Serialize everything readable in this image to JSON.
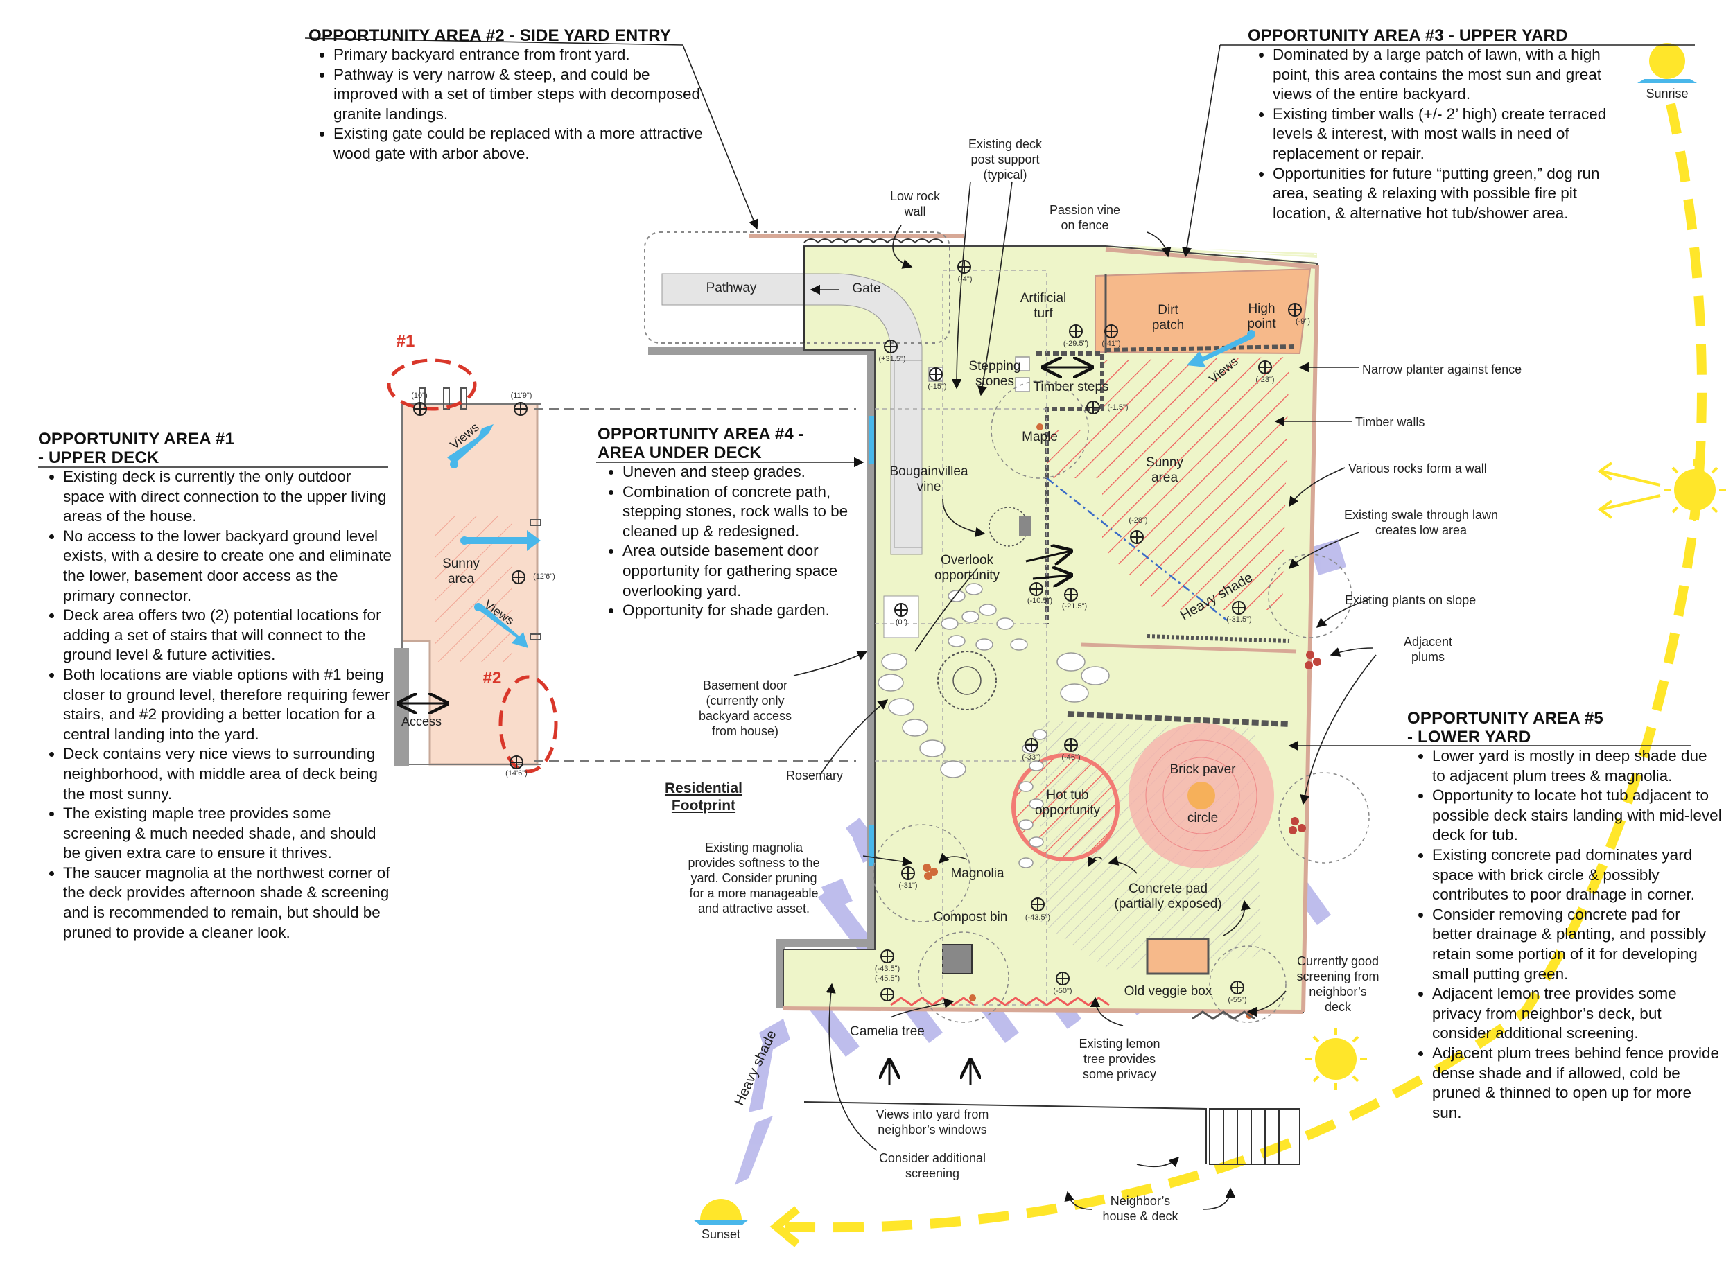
{
  "areas": {
    "area1": {
      "title": "OPPORTUNITY AREA #1\n - UPPER DECK",
      "bullets": [
        "Existing deck is currently the only outdoor space with direct connection to the upper living areas of the house.",
        "No access to the lower backyard ground level exists, with a desire to create one and eliminate the lower, basement door access as the primary connector.",
        "Deck area offers two (2) potential locations for adding a set of stairs that will connect to the ground level & future activities.",
        "Both locations are viable options with #1 being closer to ground level, therefore requiring fewer stairs, and #2 providing a better location for a central landing into the yard.",
        "Deck contains very nice views to surrounding neighborhood, with middle area of deck being the most sunny.",
        "The existing maple tree provides some screening & much needed shade, and should be given extra care to ensure it thrives.",
        "The saucer magnolia at the northwest corner of the deck provides afternoon shade & screening and is recommended to remain, but should be pruned to provide a cleaner look."
      ]
    },
    "area2": {
      "title": "OPPORTUNITY AREA #2 - SIDE YARD ENTRY",
      "bullets": [
        "Primary backyard entrance from front yard.",
        "Pathway is very narrow & steep, and could be improved with a set of timber steps with decomposed granite landings.",
        "Existing gate could be replaced with a more attractive wood gate with arbor above."
      ]
    },
    "area3": {
      "title": "OPPORTUNITY AREA #3 - UPPER YARD",
      "bullets": [
        "Dominated by a large patch of lawn, with a high point, this area contains the most sun and great views of the entire backyard.",
        "Existing timber walls (+/- 2’ high) create terraced levels & interest, with most walls in need of replacement or repair.",
        "Opportunities for future “putting green,” dog run area, seating & relaxing with possible fire pit location, & alternative hot tub/shower area."
      ]
    },
    "area4": {
      "title": "OPPORTUNITY AREA #4 -\nAREA UNDER DECK",
      "bullets": [
        "Uneven and steep grades.",
        "Combination of concrete path, stepping stones, rock walls to be cleaned up & redesigned.",
        "Area outside basement door opportunity for gathering space overlooking yard.",
        "Opportunity for shade garden."
      ]
    },
    "area5": {
      "title": "OPPORTUNITY AREA #5\n - LOWER YARD",
      "bullets": [
        "Lower yard is mostly in deep shade due to adjacent plum trees & magnolia.",
        "Opportunity to locate hot tub adjacent to possible deck stairs landing with mid-level deck for tub.",
        "Existing concrete pad dominates yard space with brick circle & possibly contributes to poor drainage in corner.",
        "Consider removing concrete pad for better drainage & planting, and possibly retain some portion of it for developing small putting green.",
        "Adjacent lemon tree provides some privacy from neighbor’s deck, but consider additional screening.",
        "Adjacent plum trees behind fence provide dense shade and if allowed, cold be pruned & thinned to open up for more sun."
      ]
    }
  },
  "labels": {
    "sunrise": "Sunrise",
    "sunset": "Sunset",
    "pathway": "Pathway",
    "gate": "Gate",
    "low_rock_wall": "Low rock\nwall",
    "deck_post": "Existing deck\npost support\n(typical)",
    "passion_vine": "Passion vine\non fence",
    "artificial_turf": "Artificial\nturf",
    "dirt_patch": "Dirt\npatch",
    "high_point": "High\npoint",
    "stepping_stones": "Stepping\nstones",
    "timber_steps": "Timber steps",
    "maple": "Maple",
    "sunny_area_yard": "Sunny\narea",
    "narrow_planter": "Narrow planter against fence",
    "timber_walls": "Timber walls",
    "rocks_wall": "Various rocks form a wall",
    "swale": "Existing swale through lawn\ncreates low area",
    "plants_slope": "Existing plants on slope",
    "adjacent_plums": "Adjacent\nplums",
    "bougainvillea": "Bougainvillea\nvine",
    "overlook": "Overlook\nopportunity",
    "heavy_shade_1": "Heavy shade",
    "heavy_shade_2": "Heavy shade",
    "basement_door": "Basement door\n(currently only\nbackyard access\nfrom house)",
    "rosemary": "Rosemary",
    "residential_footprint": "Residential\nFootprint",
    "hot_tub": "Hot tub\nopportunity",
    "brick_paver": "Brick paver",
    "circle": "circle",
    "concrete_pad": "Concrete pad\n(partially exposed)",
    "magnolia_note": "Existing magnolia\nprovides softness to the\nyard. Consider pruning\nfor a more manageable\nand attractive asset.",
    "magnolia": "Magnolia",
    "compost_bin": "Compost bin",
    "old_veggie_box": "Old veggie box",
    "currently_good": "Currently good\nscreening from\nneighbor’s\ndeck",
    "camelia_tree": "Camelia tree",
    "lemon_tree": "Existing lemon\ntree provides\nsome privacy",
    "views_into_yard": "Views into yard from\nneighbor’s windows",
    "consider_screening": "Consider additional\nscreening",
    "neighbors_house": "Neighbor’s\nhouse & deck",
    "sunny_area_deck": "Sunny\narea",
    "access": "Access",
    "views_1": "Views",
    "views_2": "Views",
    "views_3": "Views",
    "stair_1": "#1",
    "stair_2": "#2"
  },
  "elevations": {
    "e10": "(10\")",
    "e11_9": "(11'9\")",
    "e12_6": "(12'6\")",
    "e14_6": "(14'6\")",
    "m4": "(-4\")",
    "p31_5": "(+31.5\")",
    "m15": "(-15\")",
    "m29_5": "(-29.5\")",
    "m41": "(-41\")",
    "m9": "(-9\")",
    "m23": "(-23\")",
    "m1_5": "(-1.5\")",
    "m28": "(-28\")",
    "m10_5": "(-10.5\")",
    "m21_5": "(-21.5\")",
    "zero": "(0\")",
    "m31_5": "(-31.5\")",
    "m33": "(-33\")",
    "m46": "(-46\")",
    "m31": "(-31\")",
    "m43_5a": "(-43.5\")",
    "m43_5b": "(-43.5\")",
    "m45_5": "(-45.5\")",
    "m50": "(-50\")",
    "m55": "(-55\")"
  },
  "colors": {
    "lawn": "#eef5c9",
    "deck": "#f9dccb",
    "dirt": "#f6b98a",
    "sun": "#ffe62a",
    "shade": "#a9a8e6",
    "hatch_red": "#ef5b5b",
    "arrow_blue": "#49b7ea",
    "circle_red": "#f27b74",
    "house_gray": "#9c9c9c"
  }
}
